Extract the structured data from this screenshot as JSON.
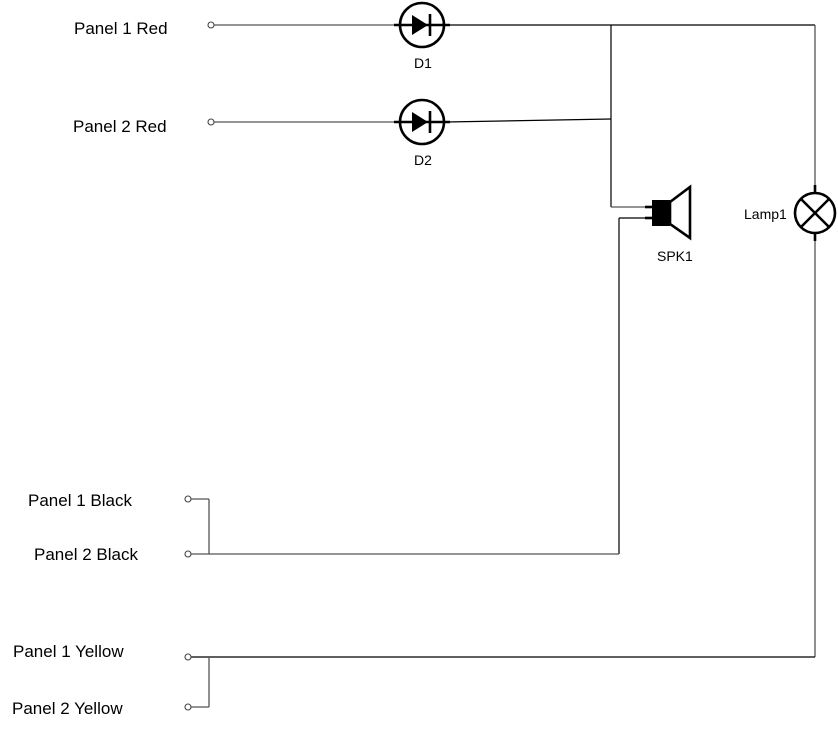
{
  "diagram": {
    "title": "",
    "terminals": [
      {
        "id": "p1_red",
        "label": "Panel 1 Red"
      },
      {
        "id": "p2_red",
        "label": "Panel 2 Red"
      },
      {
        "id": "p1_black",
        "label": "Panel 1 Black"
      },
      {
        "id": "p2_black",
        "label": "Panel 2 Black"
      },
      {
        "id": "p1_yellow",
        "label": "Panel 1 Yellow"
      },
      {
        "id": "p2_yellow",
        "label": "Panel 2 Yellow"
      }
    ],
    "components": [
      {
        "id": "D1",
        "type": "diode",
        "label": "D1"
      },
      {
        "id": "D2",
        "type": "diode",
        "label": "D2"
      },
      {
        "id": "SPK1",
        "type": "speaker",
        "label": "SPK1"
      },
      {
        "id": "Lamp1",
        "type": "lamp",
        "label": "Lamp1"
      }
    ],
    "connections": [
      {
        "from": "Panel 1 Red",
        "to": "D1 anode"
      },
      {
        "from": "Panel 2 Red",
        "to": "D2 anode"
      },
      {
        "from": "D1 cathode",
        "to": "D2 cathode"
      },
      {
        "from": "D1 cathode",
        "to": "Lamp1 top"
      },
      {
        "from": "D1/D2 cathode junction",
        "to": "SPK1 +"
      },
      {
        "from": "SPK1 -",
        "to": "Panel 2 Black"
      },
      {
        "from": "Panel 1 Black",
        "to": "Panel 2 Black"
      },
      {
        "from": "Lamp1 bottom",
        "to": "Panel 1 Yellow"
      },
      {
        "from": "Panel 1 Yellow",
        "to": "Panel 2 Yellow"
      }
    ]
  }
}
